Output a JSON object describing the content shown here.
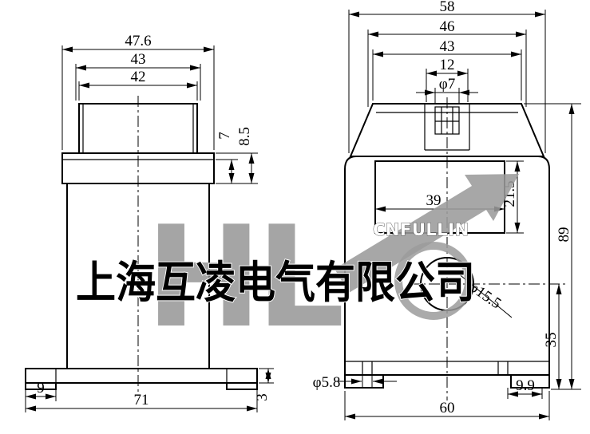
{
  "drawing": {
    "left_view": {
      "cap_width_outer": "47.6",
      "cap_width_mid": "43",
      "cap_width_inner": "42",
      "step_height": "7",
      "flange_height": "8.5",
      "foot_width": "9",
      "base_width": "71",
      "base_thickness": "3"
    },
    "right_view": {
      "top_width_overall": "58",
      "cap_width": "46",
      "cap_top_width": "43",
      "terminal_slot_width": "12",
      "terminal_hole_dia": "φ7",
      "window_width": "39",
      "window_height": "21.5",
      "overall_height": "89",
      "center_hole_dia": "φ15.5",
      "hole_center_to_base": "35",
      "mount_slot_dia": "φ5.8",
      "mount_slot_offset": "9.9",
      "base_width": "60"
    },
    "watermark": {
      "company_name": "上海互凌电气有限公司",
      "brand": "CNFULLIN",
      "logo_letters": "HL"
    }
  }
}
